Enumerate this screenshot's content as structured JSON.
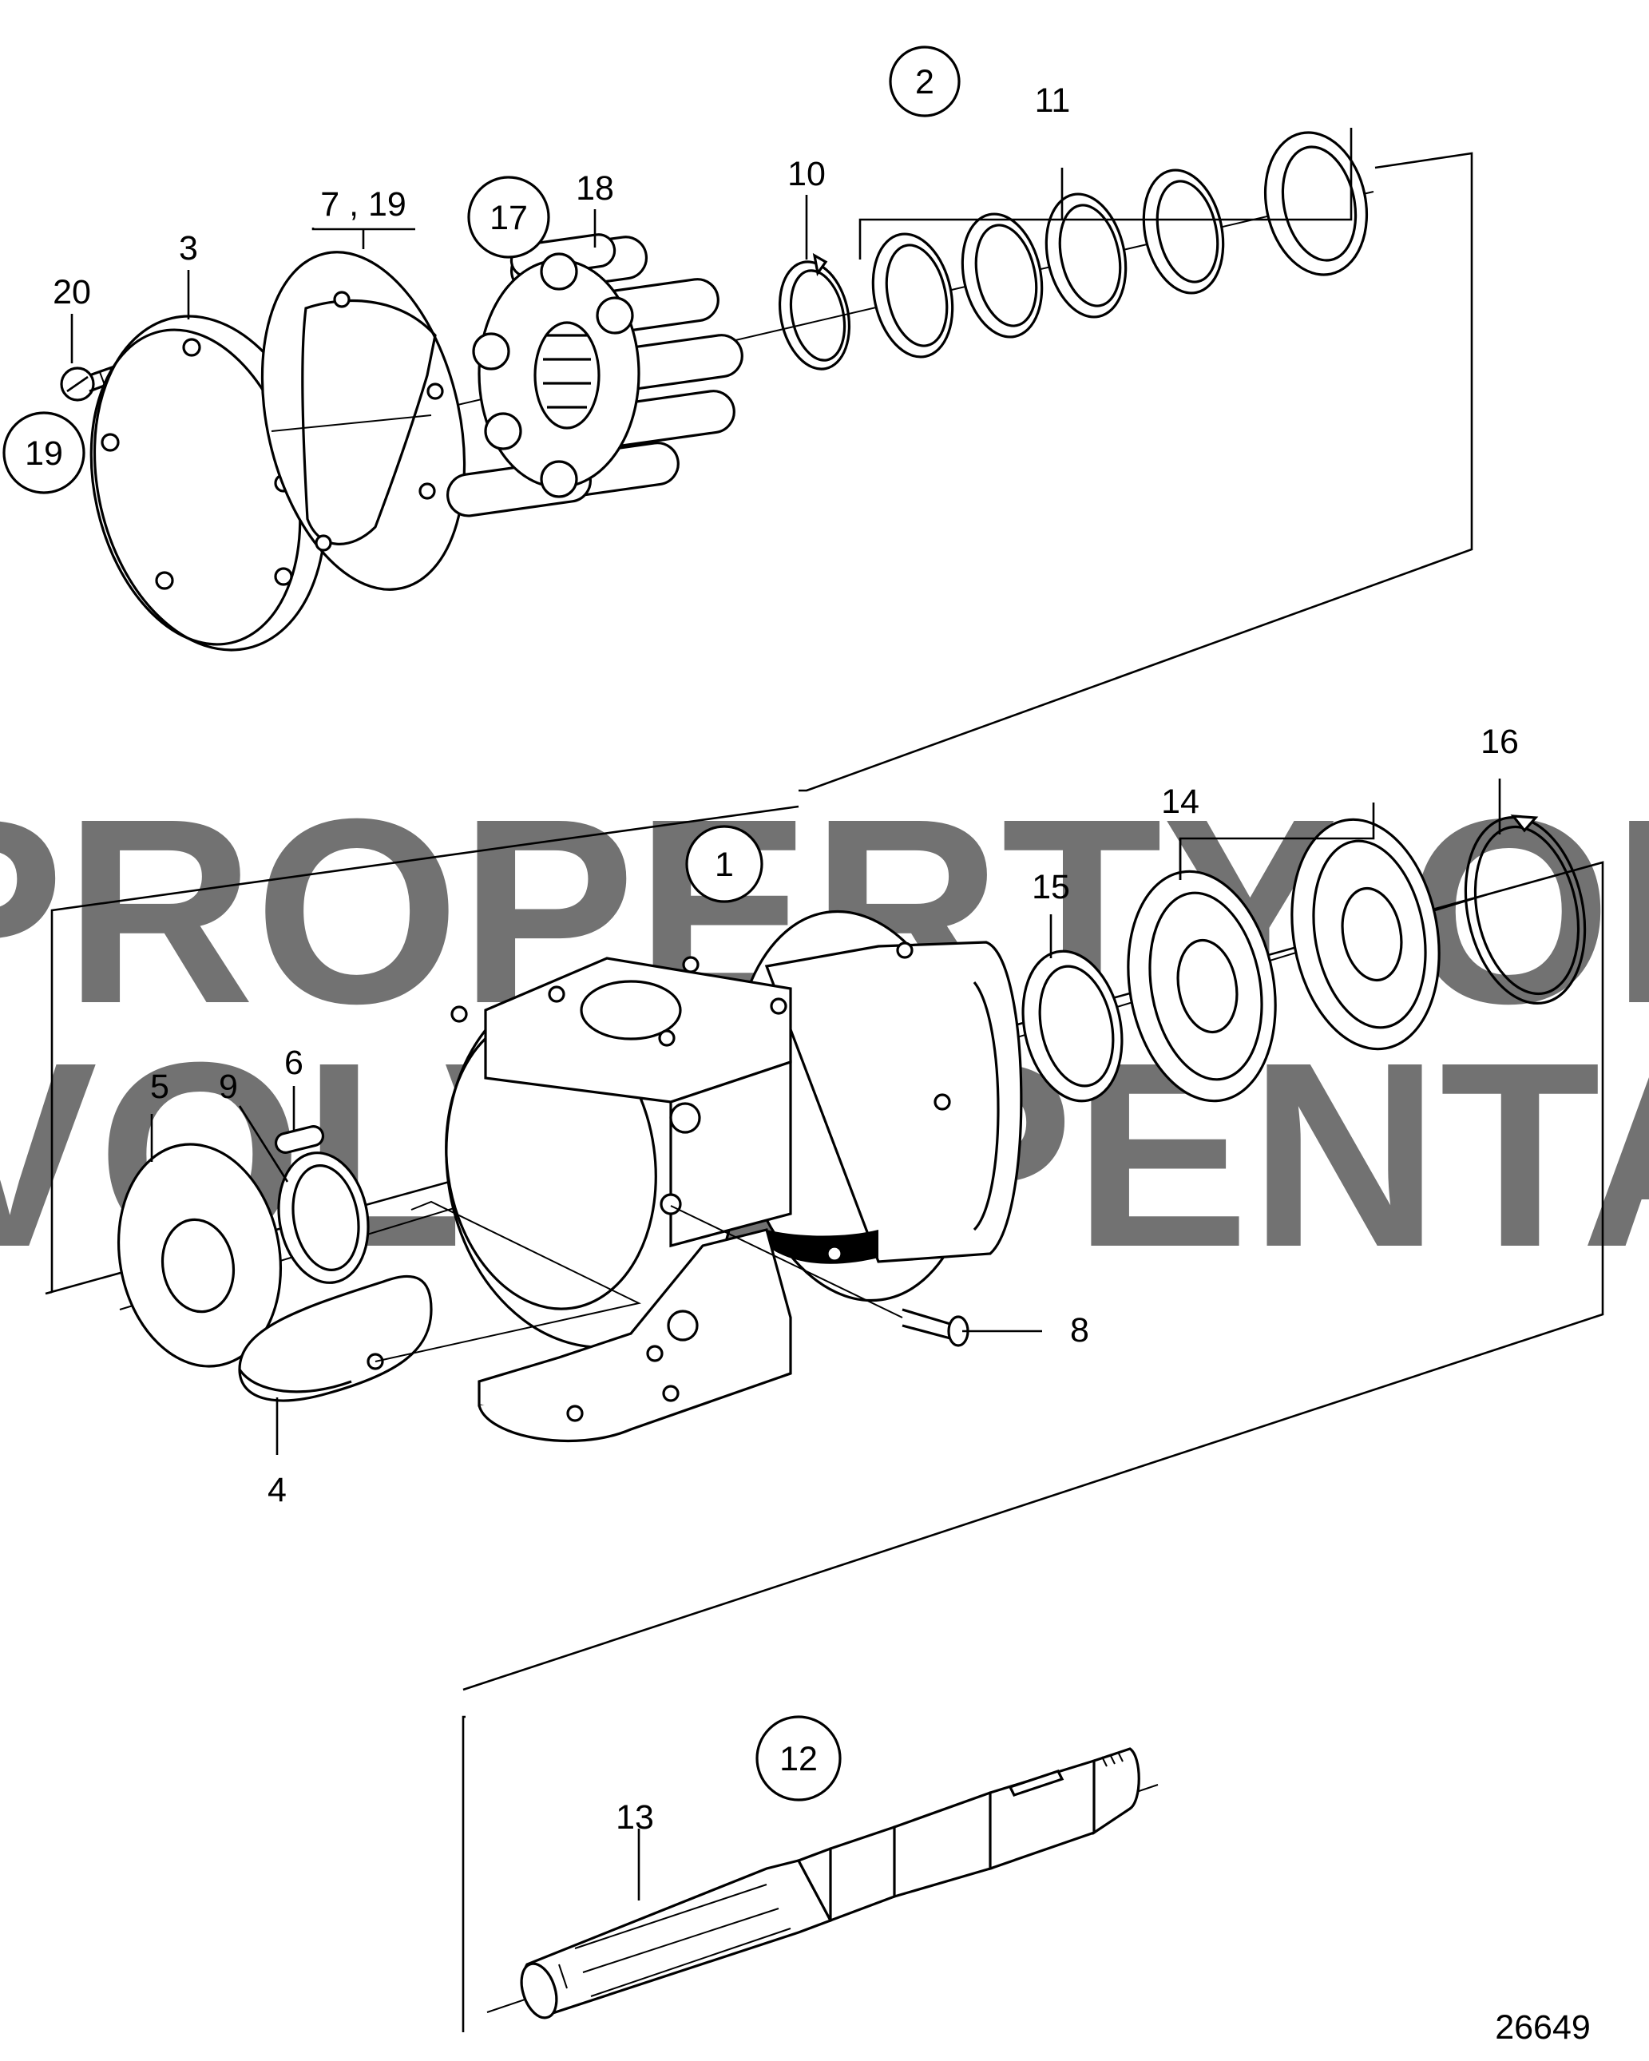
{
  "watermark": [
    "PROPERTY OF",
    "VOLVO PENTA"
  ],
  "drawing_number": "26649",
  "callouts": {
    "c1": "1",
    "c2": "2",
    "c3": "3",
    "c4": "4",
    "c5": "5",
    "c6": "6",
    "c7_19": "7 , 19",
    "c8": "8",
    "c9": "9",
    "c10": "10",
    "c11": "11",
    "c12": "12",
    "c13": "13",
    "c14": "14",
    "c15": "15",
    "c16": "16",
    "c17": "17",
    "c18": "18",
    "c19": "19",
    "c20": "20"
  }
}
